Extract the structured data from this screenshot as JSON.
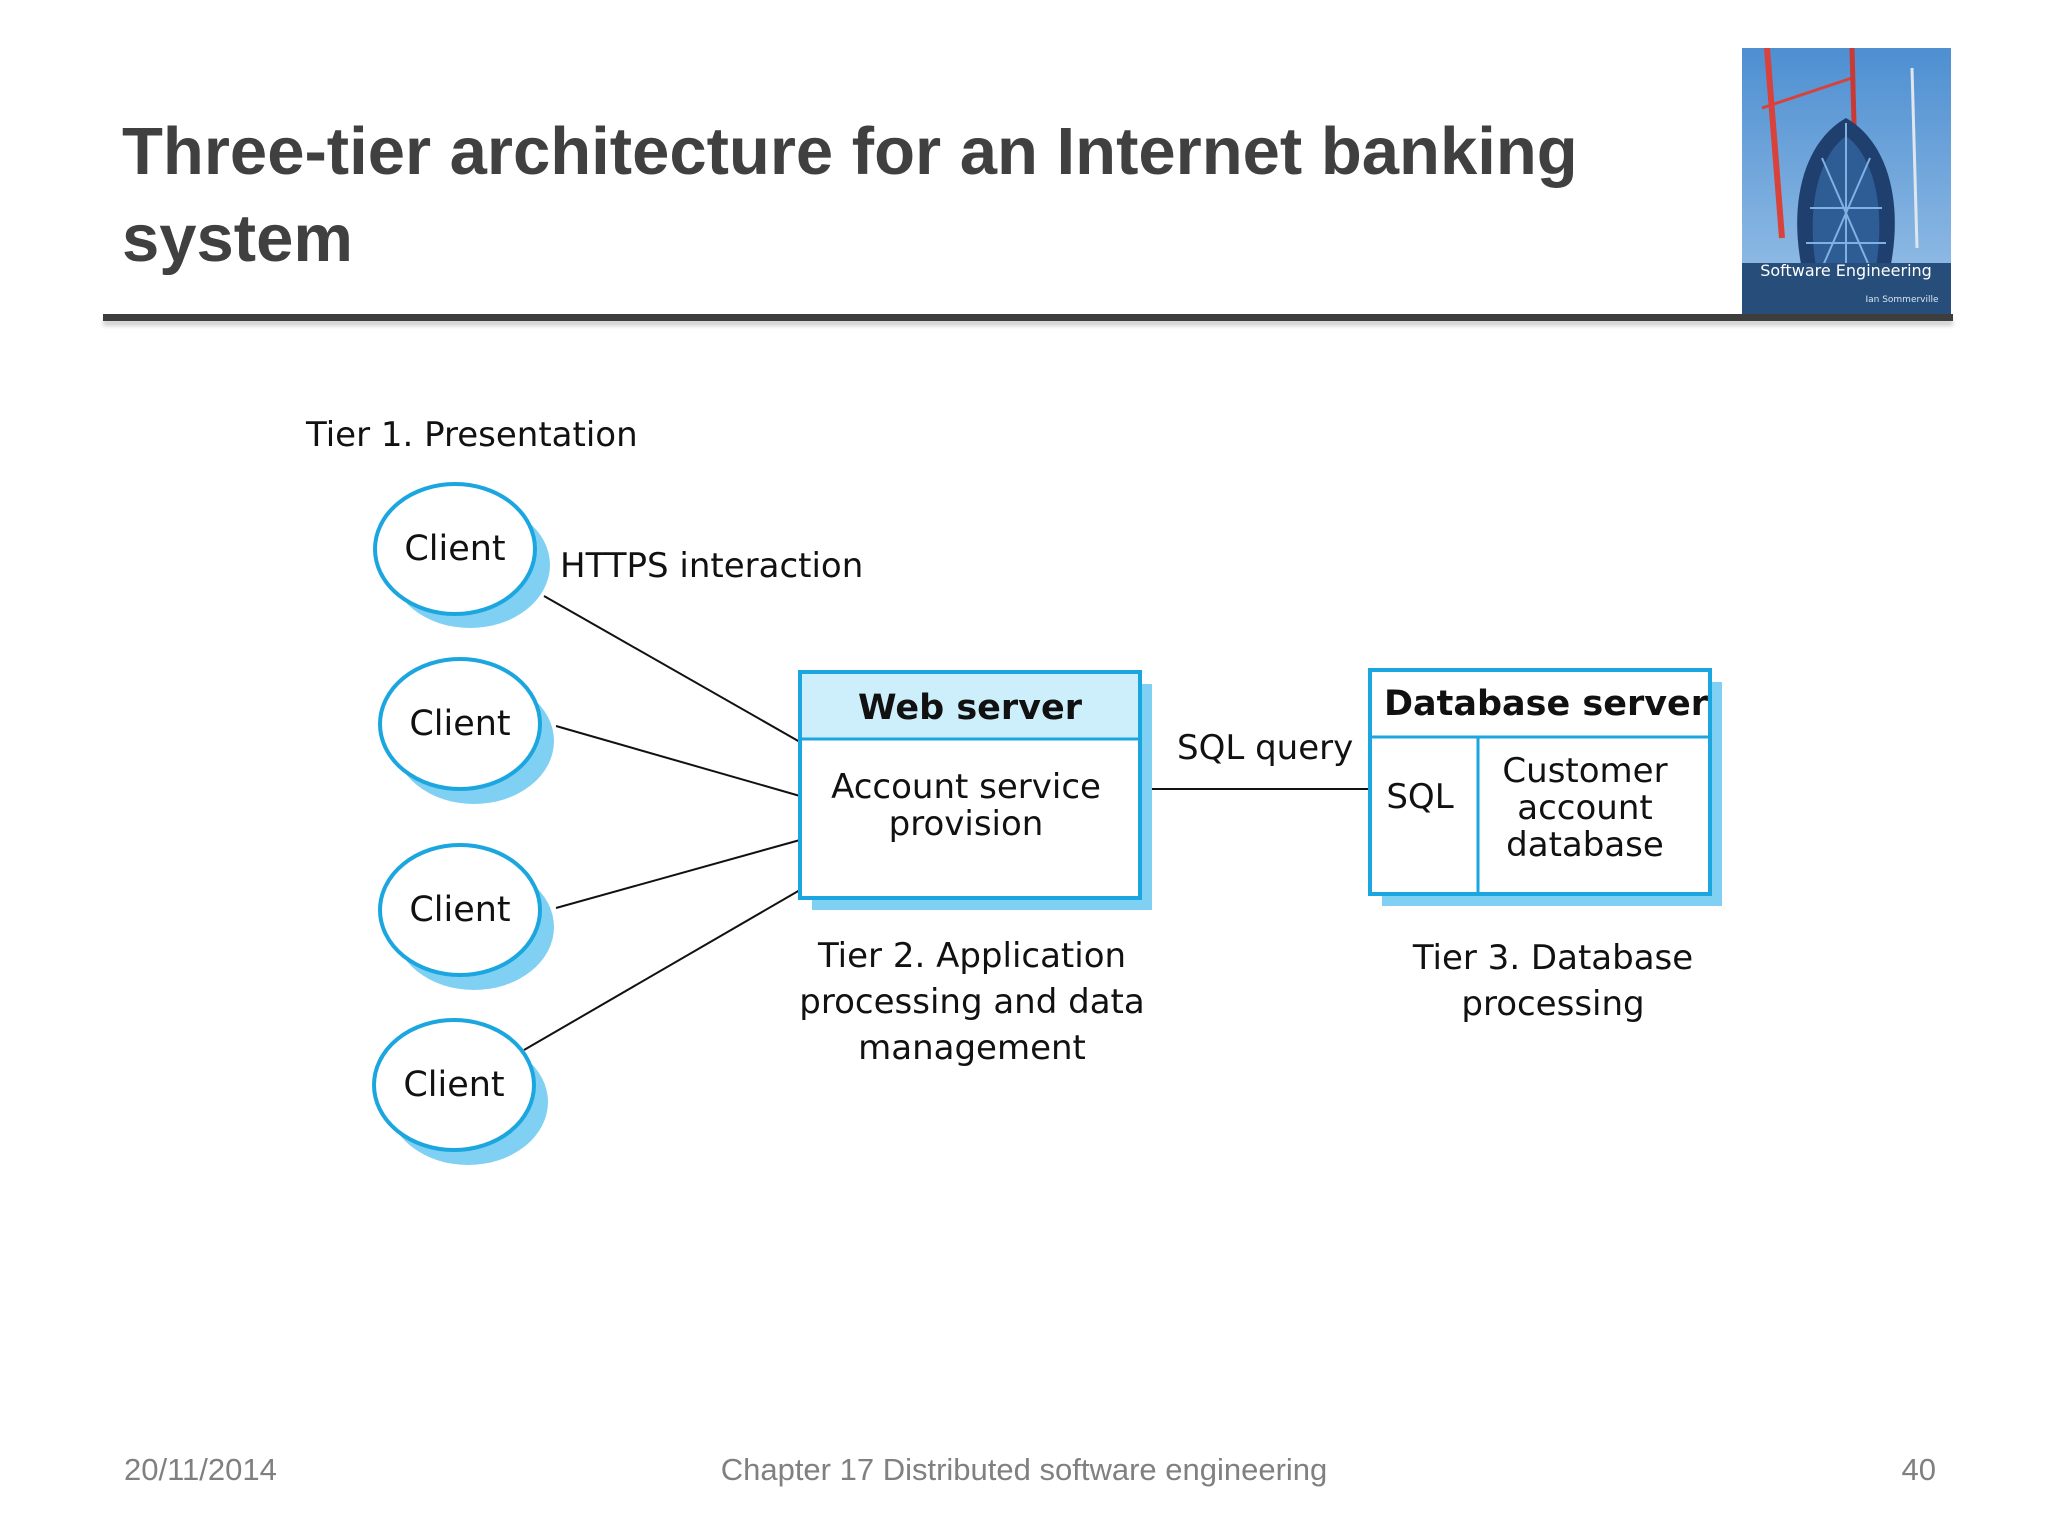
{
  "slide": {
    "title": "Three-tier architecture for an Internet banking system",
    "footer": {
      "date": "20/11/2014",
      "chapter": "Chapter 17 Distributed software engineering",
      "page": "40"
    }
  },
  "book_cover": {
    "title": "Software Engineering",
    "author": "Ian Sommerville"
  },
  "diagram": {
    "tier1_label": "Tier 1. Presentation",
    "clients": [
      "Client",
      "Client",
      "Client",
      "Client"
    ],
    "https_label": "HTTPS interaction",
    "web_server": {
      "title": "Web server",
      "body": [
        "Account service",
        "provision"
      ]
    },
    "sql_query_label": "SQL query",
    "database_server": {
      "title": "Database server",
      "sql": "SQL",
      "database": [
        "Customer",
        "account",
        "database"
      ]
    },
    "tier2_label": [
      "Tier 2. Application",
      "processing and data",
      "management"
    ],
    "tier3_label": [
      "Tier 3. Database",
      "processing"
    ]
  },
  "colors": {
    "outline": "#1ba6e0",
    "shadow": "#7fd0f2",
    "header_fill": "#cdeefb",
    "title_text": "#404040",
    "footer_text": "#808080"
  }
}
